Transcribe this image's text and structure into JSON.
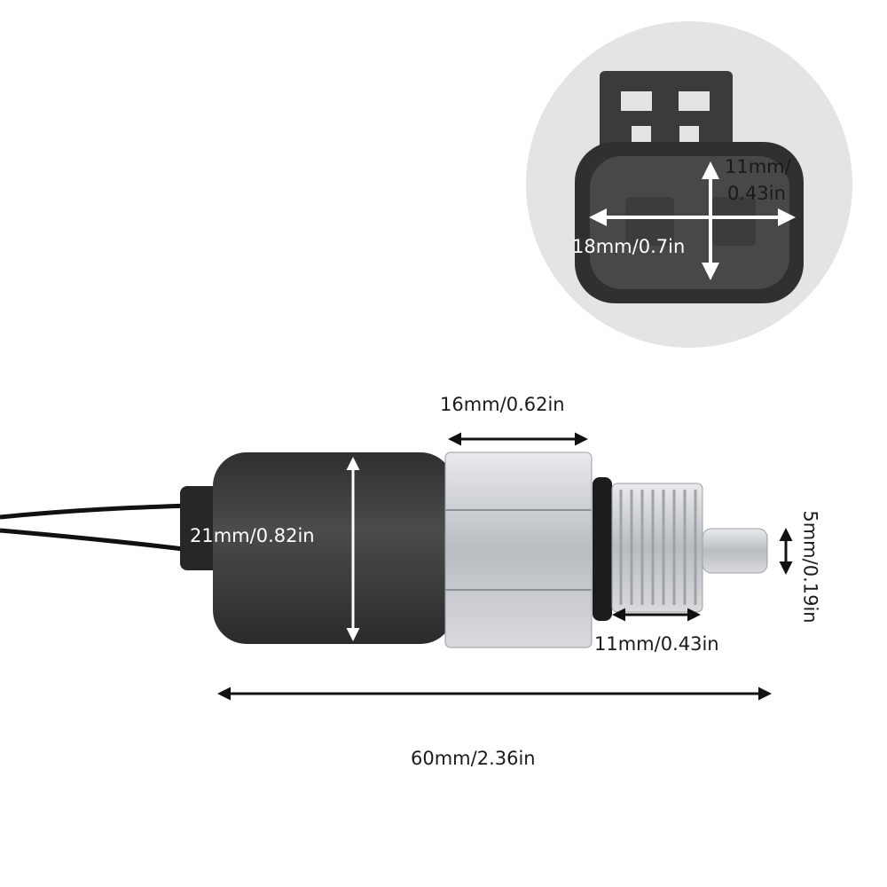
{
  "connector_inset": {
    "height_label_line1": "11mm/",
    "height_label_line2": "0.43in",
    "width_label": "18mm/0.7in"
  },
  "switch": {
    "hex_width_label": "16mm/0.62in",
    "boot_diameter_label": "21mm/0.82in",
    "pin_diameter_label": "5mm/0.19in",
    "thread_length_label": "11mm/0.43in",
    "overall_length_label": "60mm/2.36in"
  },
  "colors": {
    "inset_background": "#e4e4e4",
    "connector_body": "#3a3b3a",
    "boot": "#3c3e3d",
    "metal": "#c9ccd0",
    "arrow_dark": "#111111",
    "arrow_light": "#ffffff"
  }
}
